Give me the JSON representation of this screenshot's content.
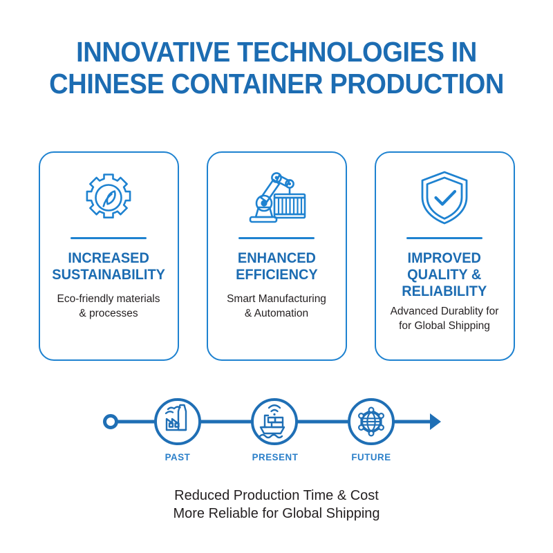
{
  "title": {
    "line1": "INNOVATIVE TECHNOLOGIES IN",
    "line2": "CHINESE CONTAINER PRODUCTION",
    "color": "#1C6CB2"
  },
  "cards": [
    {
      "icon": "gear-leaf-icon",
      "heading": "INCREASED\nSUSTAINABILITY",
      "body": "Eco-friendly materials\n& processes"
    },
    {
      "icon": "robotic-arm-container-icon",
      "heading": "ENHANCED\nEFFICIENCY",
      "body": "Smart Manufacturing\n& Automation"
    },
    {
      "icon": "shield-check-icon",
      "heading": "IMPROVED\nQUALITY &\nRELIABILITY",
      "body": "Advanced Durablity for\nfor Global Shipping"
    }
  ],
  "timeline": {
    "steps": [
      {
        "label": "PAST",
        "icon": "factory-icon"
      },
      {
        "label": "PRESENT",
        "icon": "smart-cargo-ship-icon"
      },
      {
        "label": "FUTURE",
        "icon": "globe-network-icon"
      }
    ],
    "line_color": "#1F6FB5",
    "start_marker": "hollow-circle",
    "end_marker": "arrowhead"
  },
  "footer": {
    "line1": "Reduced Production Time & Cost",
    "line2": "More Reliable for Global Shipping"
  },
  "palette": {
    "primary_blue": "#1C6CB2",
    "bright_blue": "#1E82D0",
    "label_blue": "#2A7FC9",
    "text_dark": "#231f20",
    "background": "#ffffff"
  }
}
